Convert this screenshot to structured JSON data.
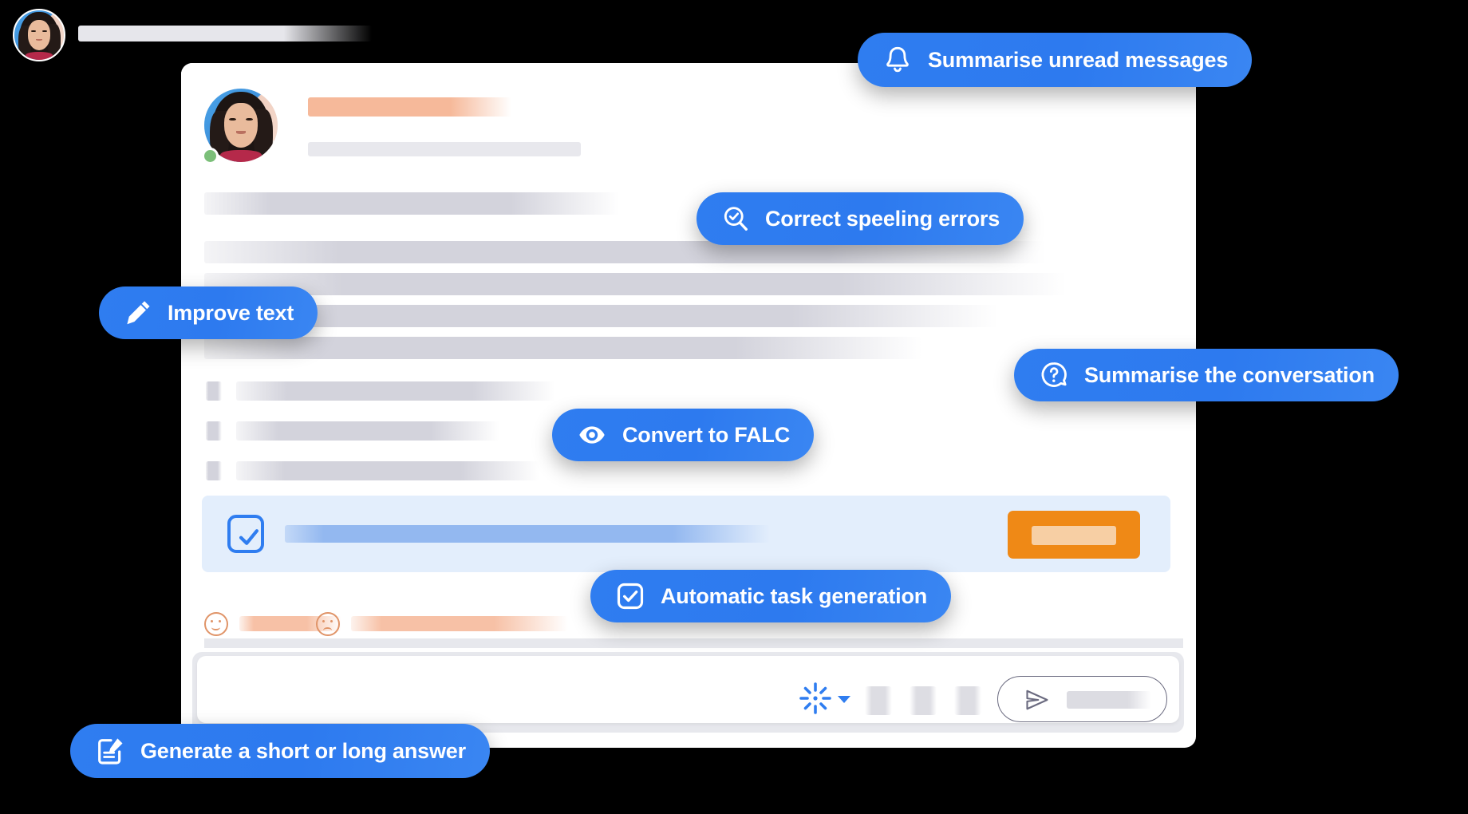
{
  "app": {
    "background_color": "#000000",
    "accent_blue": "#2f7df0",
    "accent_orange": "#ef8916",
    "status_green": "#7bbf79",
    "task_card_bg": "#e3eefc"
  },
  "feature_pills": [
    {
      "id": "unread",
      "label": "Summarise unread messages",
      "icon": "bell-icon"
    },
    {
      "id": "spelling",
      "label": "Correct speeling errors",
      "icon": "search-check-icon"
    },
    {
      "id": "improve",
      "label": "Improve text",
      "icon": "pencil-icon"
    },
    {
      "id": "summarise",
      "label": "Summarise the conversation",
      "icon": "question-bubble-icon"
    },
    {
      "id": "falc",
      "label": "Convert to FALC",
      "icon": "eye-icon"
    },
    {
      "id": "task",
      "label": "Automatic task generation",
      "icon": "checkbox-icon"
    },
    {
      "id": "generate",
      "label": "Generate a short or long answer",
      "icon": "compose-icon"
    }
  ],
  "chat": {
    "sender": {
      "avatar": "user-avatar",
      "presence": "online",
      "name_placeholder": "",
      "meta_placeholder": ""
    },
    "task_row": {
      "checkbox": "checked",
      "title_placeholder": "",
      "action_button_label": ""
    },
    "reactions": [
      {
        "icon": "smiley-face-icon"
      },
      {
        "icon": "frowning-face-icon"
      }
    ]
  },
  "composer": {
    "avatar": "composer-avatar",
    "input_placeholder": "",
    "ai_icon": "sparkle-icon",
    "ai_dropdown_icon": "chevron-down-icon",
    "send_icon": "paper-plane-icon",
    "send_label": ""
  }
}
